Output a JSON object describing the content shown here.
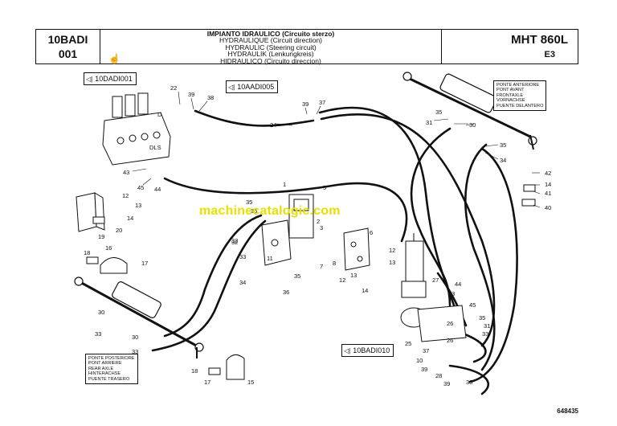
{
  "header": {
    "code": "10BADI",
    "page_no": "001",
    "title_lines": [
      "IMPIANTO IDRAULICO (Circuito sterzo)",
      "HYDRAULIQUE (Circuit direction)",
      "HYDRAULIC (Steering circuit)",
      "HYDRAULIK (Lenkungkreis)",
      "HIDRAULICO (Circuito direccion)"
    ],
    "model": "MHT 860L",
    "revision": "E3"
  },
  "references": {
    "ref1": "10DADI001",
    "ref2": "10AADI005",
    "ref3": "10BADI010"
  },
  "front_axle_lines": [
    "PONTE ANTERIORE",
    "PONT AVANT",
    "FRONTAXLE",
    "VORNACHSE",
    "PUENTE DELANTERO"
  ],
  "rear_axle_lines": [
    "PONTE POSTERIORE",
    "PONT ARRIERE",
    "REAR AXLE",
    "HINTERACHSE",
    "PUENTE TRASERO"
  ],
  "watermark": "machinecatalogic.com",
  "drawing_number": "648435",
  "port_labels": {
    "d": "D",
    "dls": "DLS"
  },
  "part_labels": [
    "22",
    "39",
    "38",
    "39",
    "37",
    "24",
    "43",
    "45",
    "44",
    "12",
    "14",
    "13",
    "19",
    "20",
    "35",
    "1",
    "5",
    "35",
    "2",
    "3",
    "6",
    "18",
    "16",
    "17",
    "32",
    "33",
    "11",
    "7",
    "8",
    "35",
    "34",
    "36",
    "12",
    "13",
    "14",
    "30",
    "33",
    "30",
    "33",
    "32",
    "18",
    "17",
    "15",
    "35",
    "31",
    "30",
    "35",
    "34",
    "42",
    "14",
    "41",
    "40",
    "12",
    "13",
    "27",
    "44",
    "23",
    "45",
    "26",
    "35",
    "31",
    "33",
    "25",
    "37",
    "10",
    "26",
    "39",
    "28",
    "39",
    "38"
  ]
}
